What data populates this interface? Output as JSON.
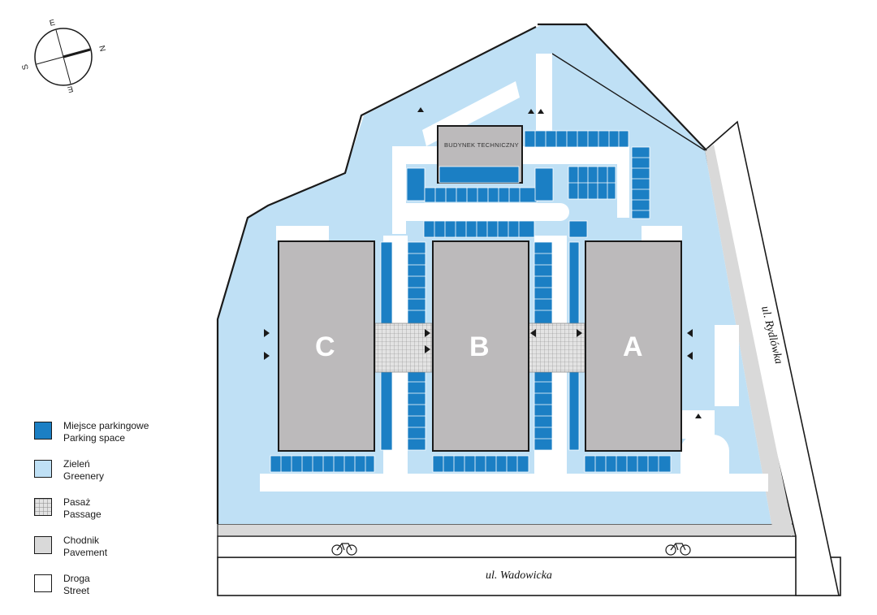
{
  "colors": {
    "parking": "#1b7fc4",
    "greenery": "#bfe0f5",
    "passage": "#d9d9d9",
    "pavement": "#d9d9d9",
    "street": "#ffffff",
    "building": "#bcbabb",
    "outline": "#1a1a1a"
  },
  "compass": {
    "n": "N",
    "e": "E",
    "s": "S",
    "w": "E"
  },
  "buildings": {
    "a": "A",
    "b": "B",
    "c": "C",
    "tech": "BUDYNEK TECHNICZNY"
  },
  "streets": {
    "rydlowka": "ul. Rydlówka",
    "wadowicka": "ul. Wadowicka"
  },
  "legend": {
    "parking": {
      "pl": "Miejsce parkingowe",
      "en": "Parking space",
      "icon": "parking-swatch"
    },
    "greenery": {
      "pl": "Zieleń",
      "en": "Greenery",
      "icon": "greenery-swatch"
    },
    "passage": {
      "pl": "Pasaż",
      "en": "Passage",
      "icon": "passage-swatch"
    },
    "pavement": {
      "pl": "Chodnik",
      "en": "Pavement",
      "icon": "pavement-swatch"
    },
    "street": {
      "pl": "Droga",
      "en": "Street",
      "icon": "street-swatch"
    }
  },
  "icons": [
    "compass-icon",
    "bicycle-icon",
    "entrance-arrow-icon"
  ]
}
